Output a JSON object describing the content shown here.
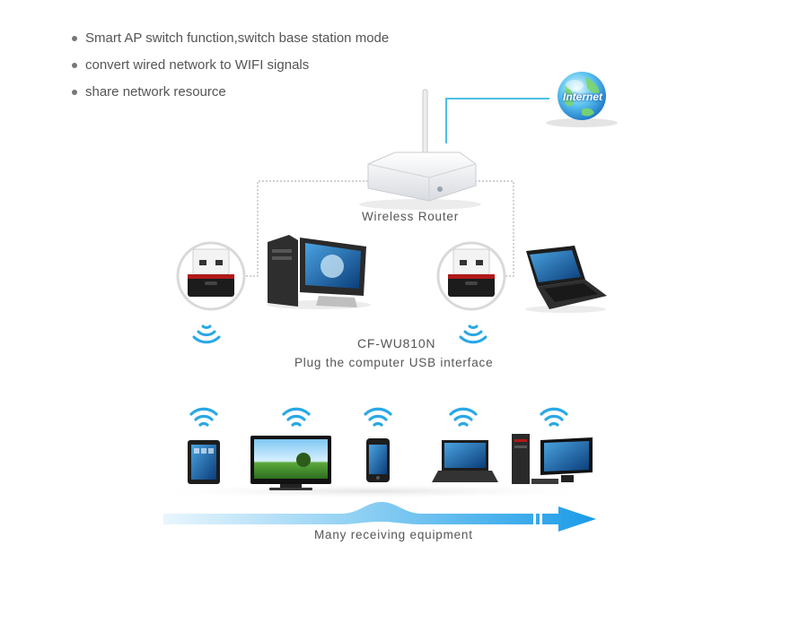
{
  "bullets": [
    "Smart AP switch function,switch base station mode",
    "convert wired network to WIFI signals",
    "share network resource"
  ],
  "internet_label": "Internet",
  "router_label": "Wireless Router",
  "model_label": "CF-WU810N",
  "usb_label": "Plug the computer USB interface",
  "bottom_label": "Many receiving equipment",
  "colors": {
    "cable": "#4cc0e6",
    "wifi": "#29a8e6",
    "arrow": "#1a9be8",
    "dotted": "#b5b5b5"
  },
  "icons": {
    "top_devices": [
      "usb-adapter-icon",
      "desktop-computer-icon",
      "usb-adapter-icon",
      "laptop-icon"
    ],
    "receivers": [
      "tablet-icon",
      "tv-icon",
      "smartphone-icon",
      "laptop-icon",
      "desktop-computer-icon"
    ]
  }
}
